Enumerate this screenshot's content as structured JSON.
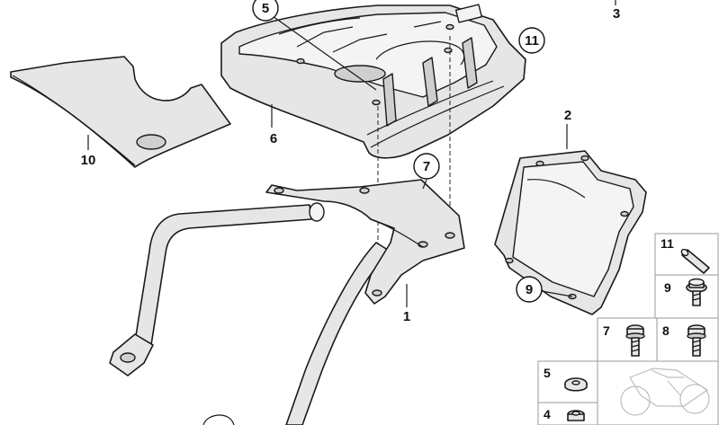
{
  "callouts": {
    "c1": "1",
    "c2": "2",
    "c3": "3",
    "c5": "5",
    "c6": "6",
    "c7": "7",
    "c9": "9",
    "c10": "10",
    "c11": "11"
  },
  "legend": {
    "r11": "11",
    "r9": "9",
    "r7": "7",
    "r8": "8",
    "r5": "5",
    "r4": "4"
  }
}
